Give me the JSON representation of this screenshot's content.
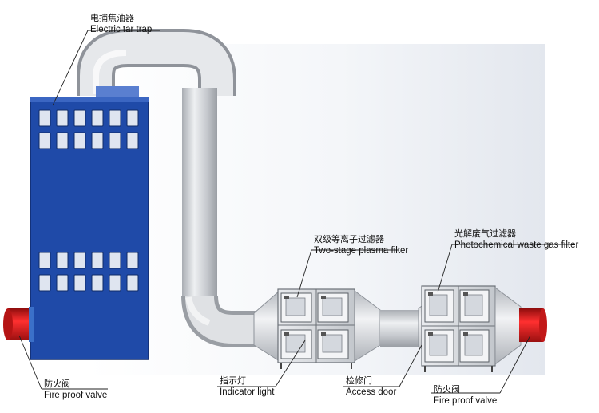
{
  "labels": {
    "tar_trap": {
      "zh": "电捕焦油器",
      "en": "Electric tar trap"
    },
    "plasma_filter": {
      "zh": "双级等离子过滤器",
      "en": "Two-stage plasma filter"
    },
    "photo_filter": {
      "zh": "光解废气过滤器",
      "en": "Photochemical waste gas filter"
    },
    "fire_valve_left": {
      "zh": "防火阀",
      "en": "Fire proof valve"
    },
    "indicator": {
      "zh": "指示灯",
      "en": "Indicator light"
    },
    "access_door": {
      "zh": "检修门",
      "en": "Access door"
    },
    "fire_valve_right": {
      "zh": "防火阀",
      "en": "Fire proof valve"
    }
  },
  "colors": {
    "tar_trap_body": "#1f4aa8",
    "fire_valve": "#d81e1e",
    "pipe": "#c9ccd1",
    "window": "#dfe5f0"
  }
}
